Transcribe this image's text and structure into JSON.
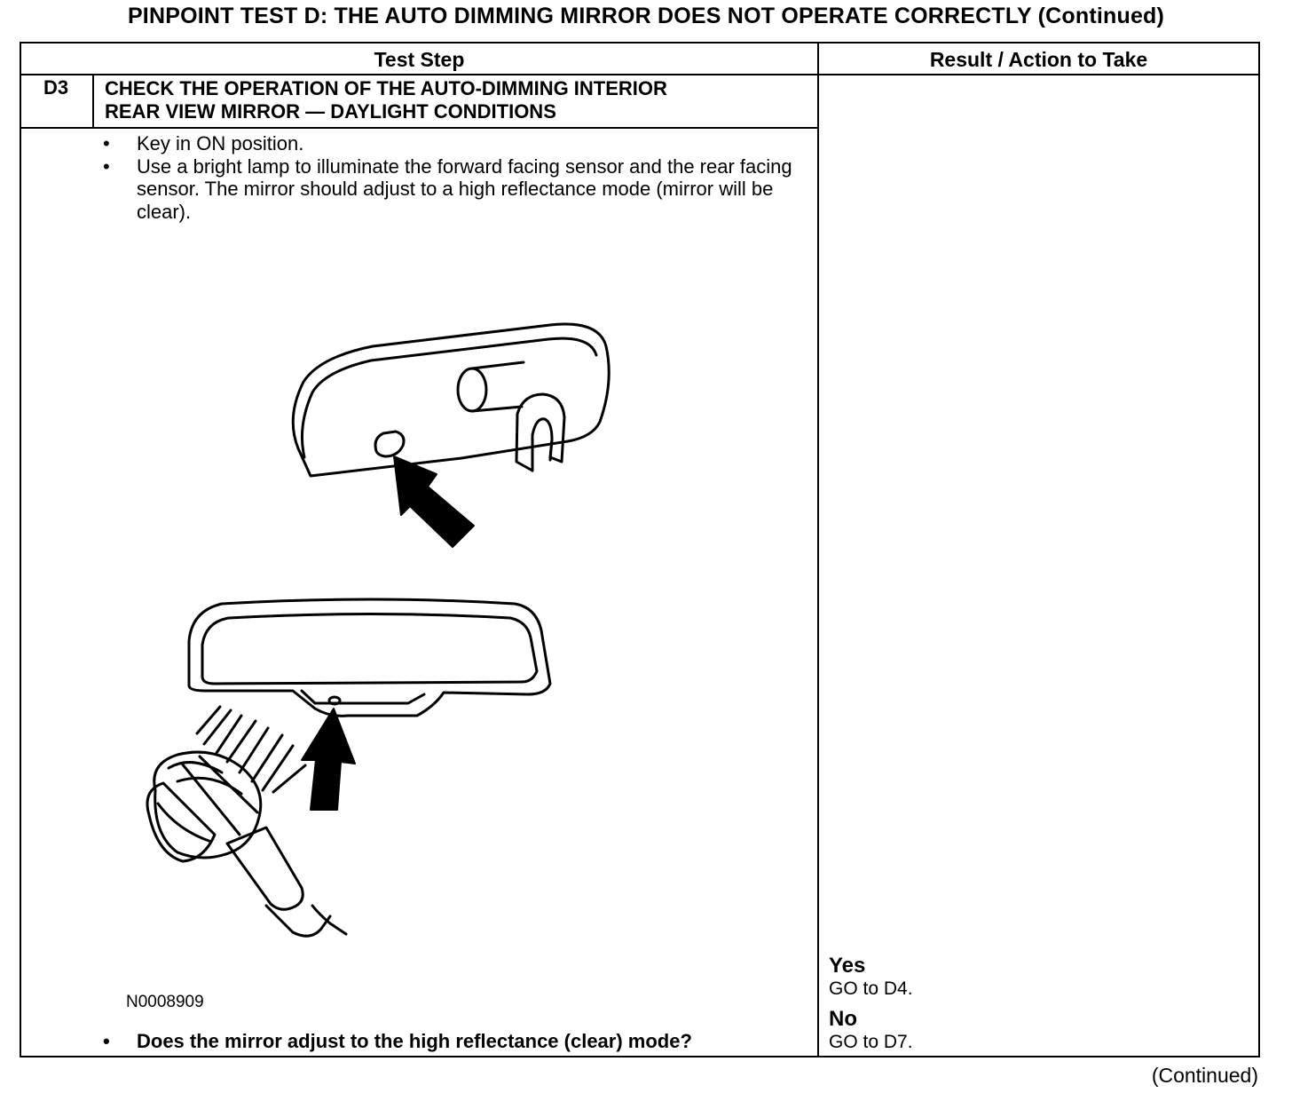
{
  "page": {
    "title": "PINPOINT TEST D: THE AUTO DIMMING MIRROR DOES NOT OPERATE CORRECTLY (Continued)",
    "footer": "(Continued)"
  },
  "table": {
    "headers": {
      "test_step": "Test Step",
      "result_action": "Result / Action to Take"
    },
    "step": {
      "id": "D3",
      "title_line1": "CHECK THE OPERATION OF THE AUTO-DIMMING INTERIOR",
      "title_line2": "REAR VIEW MIRROR — DAYLIGHT CONDITIONS",
      "bullets": [
        "Key in ON position.",
        "Use a bright lamp to illuminate the forward facing sensor and the rear facing sensor. The mirror should adjust to a high reflectance mode (mirror will be clear)."
      ],
      "figure_id": "N0008909",
      "question": "Does the mirror adjust to the high reflectance (clear) mode?"
    },
    "results": [
      {
        "label": "Yes",
        "action": "GO to D4."
      },
      {
        "label": "No",
        "action": "GO to D7."
      }
    ],
    "bullet_glyph": "•"
  },
  "figure": {
    "icons": [
      "rear-view-mirror-back-icon",
      "rear-view-mirror-front-icon",
      "arrow-icon",
      "work-lamp-icon"
    ]
  }
}
